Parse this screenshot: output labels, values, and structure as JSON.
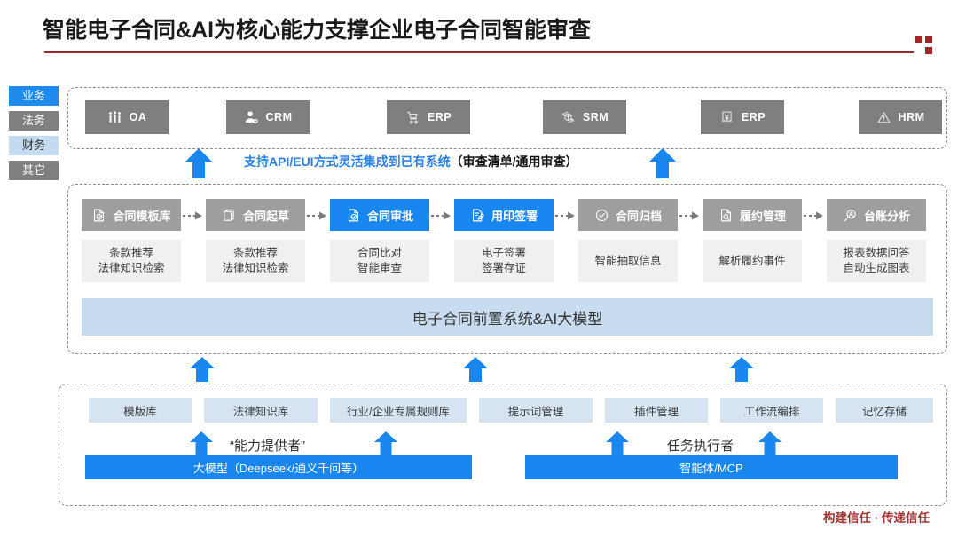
{
  "page": {
    "title": "智能电子合同&AI为核心能力支撑企业电子合同智能审查",
    "footer_tagline": "构建信任 · 传递信任",
    "colors": {
      "accent_blue": "#1a86f0",
      "gray_chip": "#9e9e9e",
      "sys_gray": "#7f7f7f",
      "light_blue_band": "#c9dcef",
      "cap_blue": "#d6e4f2",
      "title_rule_red": "#9d2a2a",
      "footer_red": "#a33434"
    }
  },
  "side_tags": [
    {
      "label": "业务",
      "style": "biz"
    },
    {
      "label": "法务",
      "style": "law"
    },
    {
      "label": "财务",
      "style": "fin"
    },
    {
      "label": "其它",
      "style": "oth"
    }
  ],
  "systems": [
    {
      "label": "OA",
      "icon": "people-icon"
    },
    {
      "label": "CRM",
      "icon": "person-gear-icon"
    },
    {
      "label": "ERP",
      "icon": "cart-icon"
    },
    {
      "label": "SRM",
      "icon": "box-refresh-icon"
    },
    {
      "label": "ERP",
      "icon": "invoice-yuan-icon"
    },
    {
      "label": "HRM",
      "icon": "warning-triangle-icon"
    }
  ],
  "integration": {
    "blue_text": "支持API/EUI方式灵活集成到已有系统",
    "black_text": "（审查清单/通用审查）"
  },
  "flow": [
    {
      "label": "合同模板库",
      "icon": "doc-check-icon",
      "style": "gray",
      "sub": [
        "条款推荐",
        "法律知识检索"
      ]
    },
    {
      "label": "合同起草",
      "icon": "copy-docs-icon",
      "style": "gray",
      "sub": [
        "条款推荐",
        "法律知识检索"
      ]
    },
    {
      "label": "合同审批",
      "icon": "doc-check-icon",
      "style": "blue",
      "sub": [
        "合同比对",
        "智能审查"
      ]
    },
    {
      "label": "用印签署",
      "icon": "sign-pen-icon",
      "style": "blue",
      "sub": [
        "电子签署",
        "签署存证"
      ]
    },
    {
      "label": "合同归档",
      "icon": "check-circle-icon",
      "style": "gray",
      "sub": [
        "智能抽取信息"
      ]
    },
    {
      "label": "履约管理",
      "icon": "doc-search-icon",
      "style": "gray",
      "sub": [
        "解析履约事件"
      ]
    },
    {
      "label": "台账分析",
      "icon": "magnifier-person-icon",
      "style": "gray",
      "sub": [
        "报表数据问答",
        "自动生成图表"
      ]
    }
  ],
  "platform": {
    "label": "电子合同前置系统&AI大模型"
  },
  "capabilities": [
    {
      "label": "模版库"
    },
    {
      "label": "法律知识库"
    },
    {
      "label": "行业/企业专属规则库"
    },
    {
      "label": "提示词管理"
    },
    {
      "label": "插件管理"
    },
    {
      "label": "工作流编排"
    },
    {
      "label": "记忆存储"
    }
  ],
  "roles": [
    {
      "label": "“能力提供者”"
    },
    {
      "label": "任务执行者"
    }
  ],
  "foundation": [
    {
      "label": "大模型（Deepseek/通义千问等）"
    },
    {
      "label": "智能体/MCP"
    }
  ]
}
